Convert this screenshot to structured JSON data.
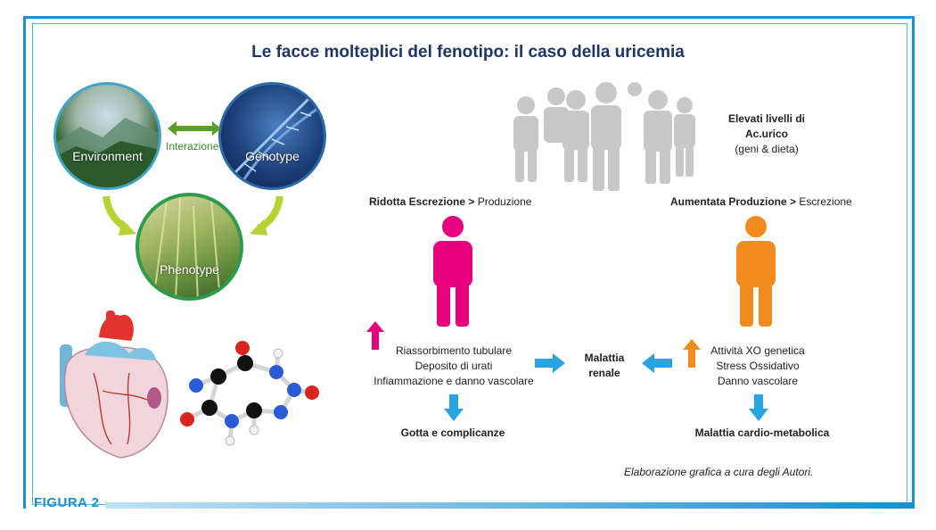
{
  "title": "Le facce molteplici del fenotipo: il caso della uricemia",
  "figure_label": "FIGURA 2",
  "credit": "Elaborazione grafica a cura degli Autori.",
  "circles": {
    "environment": "Environment",
    "genotype": "Genotype",
    "phenotype": "Phenotype",
    "interaction": "Interazione"
  },
  "crowd": {
    "line1": "Elevati livelli di",
    "line2": "Ac.urico",
    "line3": "(geni & dieta)"
  },
  "left_branch": {
    "heading_bold": "Ridotta Escrezione >",
    "heading_rest": " Produzione",
    "items": [
      "Riassorbimento tubulare",
      "Deposito di urati",
      "Infiammazione e danno vascolare"
    ],
    "outcome": "Gotta e complicanze",
    "color": "#e6007e"
  },
  "right_branch": {
    "heading_bold": "Aumentata Produzione >",
    "heading_rest": " Escrezione",
    "items": [
      "Attività XO genetica",
      "Stress Ossidativo",
      "Danno vascolare"
    ],
    "outcome": "Malattia cardio-metabolica",
    "color": "#f28b1f"
  },
  "center": {
    "line1": "Malattia",
    "line2": "renale"
  },
  "colors": {
    "accent": "#1a8fd1",
    "title": "#1f3566",
    "arrow_blue": "#2aa4e0",
    "arrow_green_yellow": "#b5d334",
    "crowd_gray": "#c8c8c8"
  }
}
